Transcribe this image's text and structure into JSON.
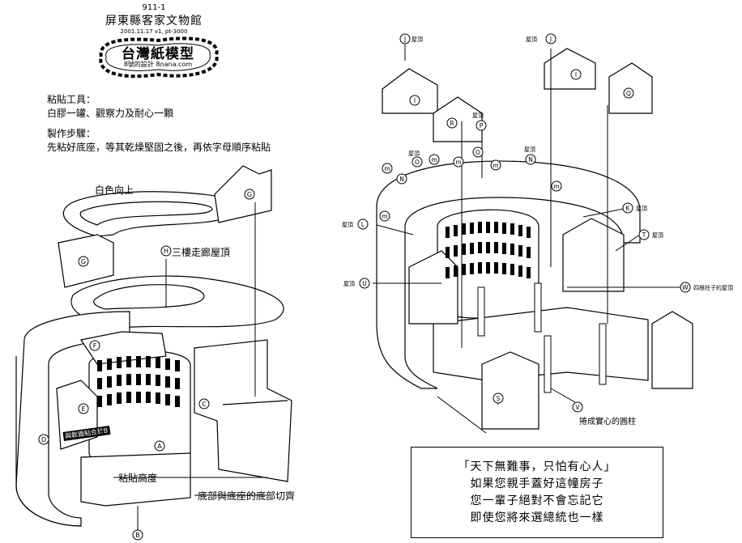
{
  "header": {
    "code": "911-1",
    "title": "屏東縣客家文物館",
    "meta": "2001.11.17 v1, pt-3000",
    "logo_title": "台灣紙模型",
    "logo_sub": "8號的設計 8nana.com"
  },
  "instructions": {
    "tools_heading": "粘貼工具：",
    "tools_text": "白膠一罐、觀察力及耐心一顆",
    "steps_heading": "製作步驟：",
    "steps_text": "先粘好底座，等其乾燥堅固之後，再依字母順序粘貼"
  },
  "left_labels": {
    "white_up": "白色向上",
    "h_note": "三樓走廊屋頂",
    "glue_height": "粘貼高度",
    "base_align": "底部與底座的底部切齊",
    "e_note": "與軟牆粘合於B"
  },
  "letters": {
    "A": "A",
    "B": "B",
    "C": "C",
    "D": "D",
    "E": "E",
    "F": "F",
    "G": "G",
    "H": "H",
    "I": "I",
    "J": "J",
    "K": "K",
    "L": "L",
    "M": "M",
    "N": "N",
    "O": "O",
    "P": "P",
    "Q": "Q",
    "R": "R",
    "S": "S",
    "T": "T",
    "U": "U",
    "V": "V",
    "W": "W",
    "m": "m"
  },
  "right_labels": {
    "roof": "屋頂",
    "w_note": "四根柱子的屋頂",
    "v_note": "捲成實心的圓柱"
  },
  "poem": {
    "line1": "「天下無難事，只怕有心人」",
    "line2": "如果您親手蓋好這幢房子",
    "line3": "您一輩子絕對不會忘記它",
    "line4": "即使您將來選總統也一樣"
  }
}
